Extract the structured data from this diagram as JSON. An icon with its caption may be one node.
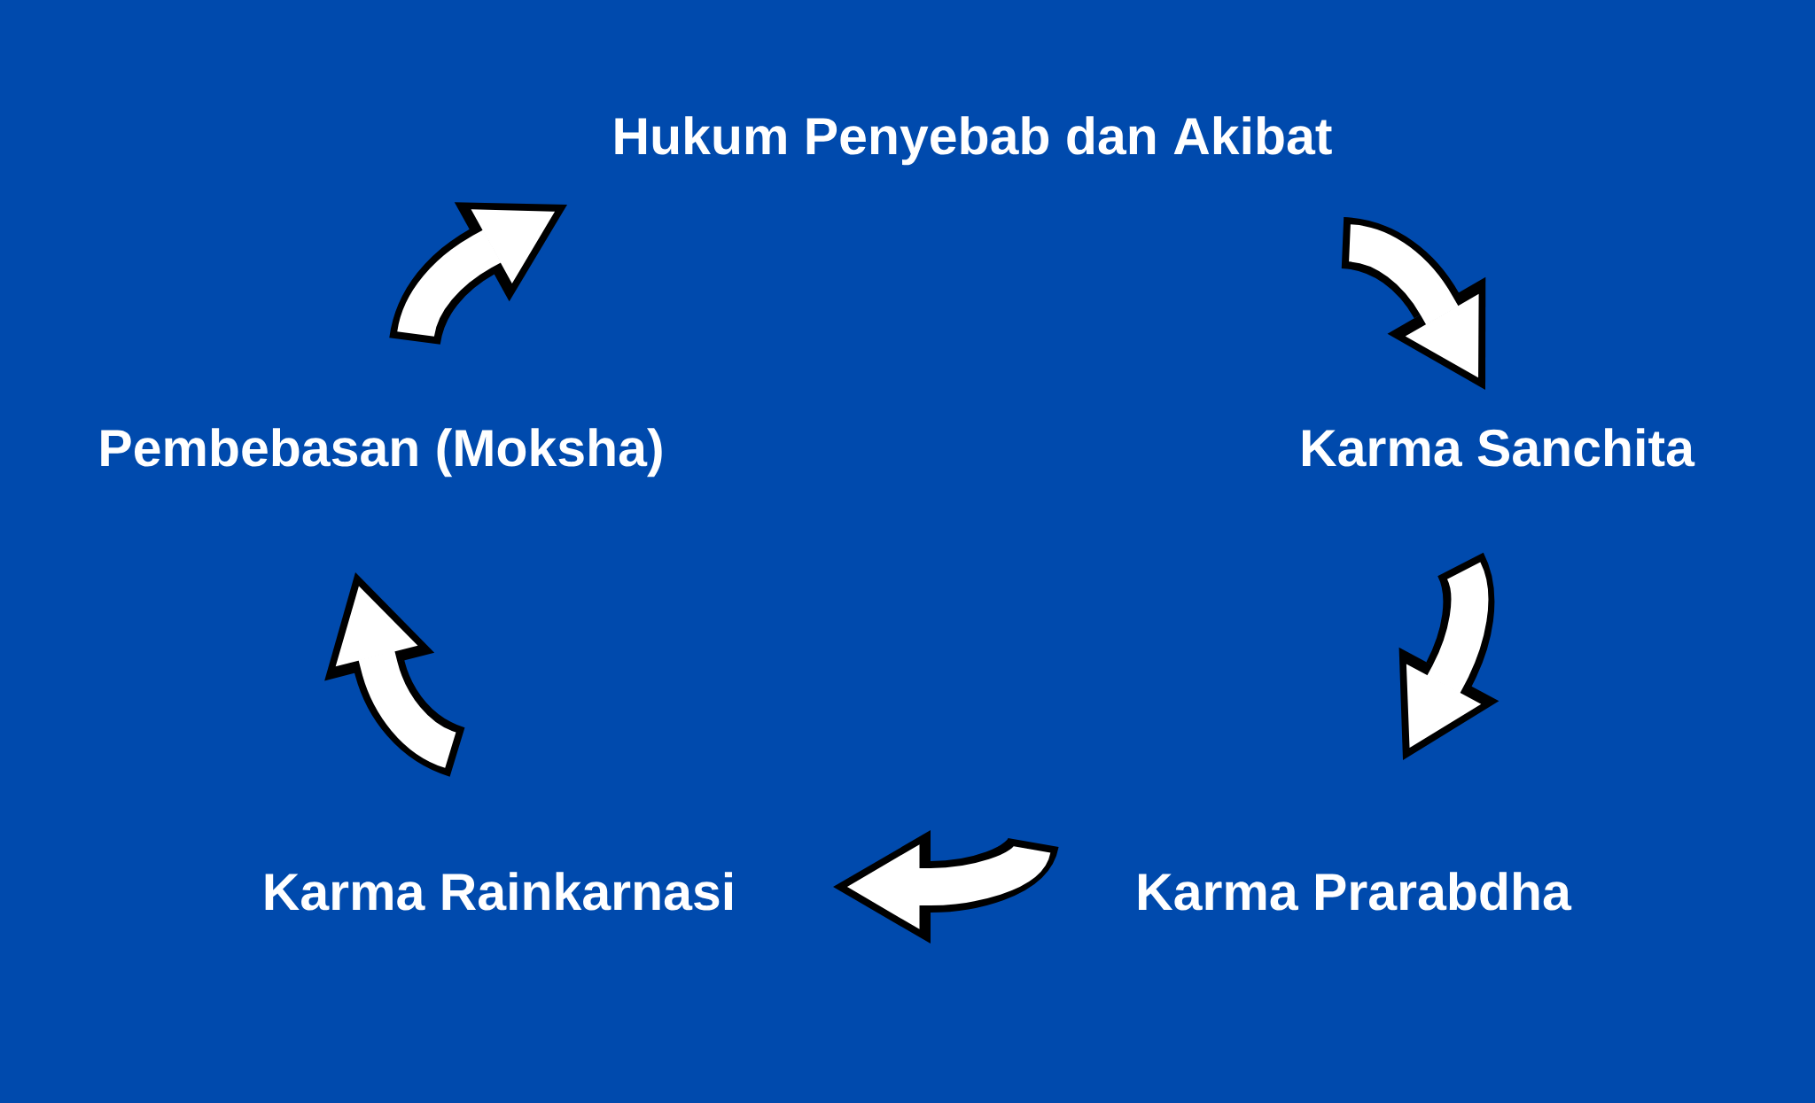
{
  "diagram": {
    "nodes": [
      {
        "text": [
          "Hukum Penyebab dan Akibat"
        ]
      },
      {
        "text": [
          "Pembebasan (Moksha)"
        ]
      },
      {
        "text": [
          "Karma Sanchita"
        ]
      },
      {
        "text": [
          "Karma Rainkarnasi"
        ]
      },
      {
        "text": [
          "Karma Prarabdha"
        ]
      }
    ],
    "edges": [
      {
        "from": 0,
        "to": 2,
        "arrow": "to"
      },
      {
        "from": 2,
        "to": 4,
        "arrow": "to"
      },
      {
        "from": 4,
        "to": 3,
        "arrow": "to"
      },
      {
        "from": 3,
        "to": 1,
        "arrow": "to"
      },
      {
        "from": 1,
        "to": 0,
        "arrow": "to"
      }
    ]
  }
}
